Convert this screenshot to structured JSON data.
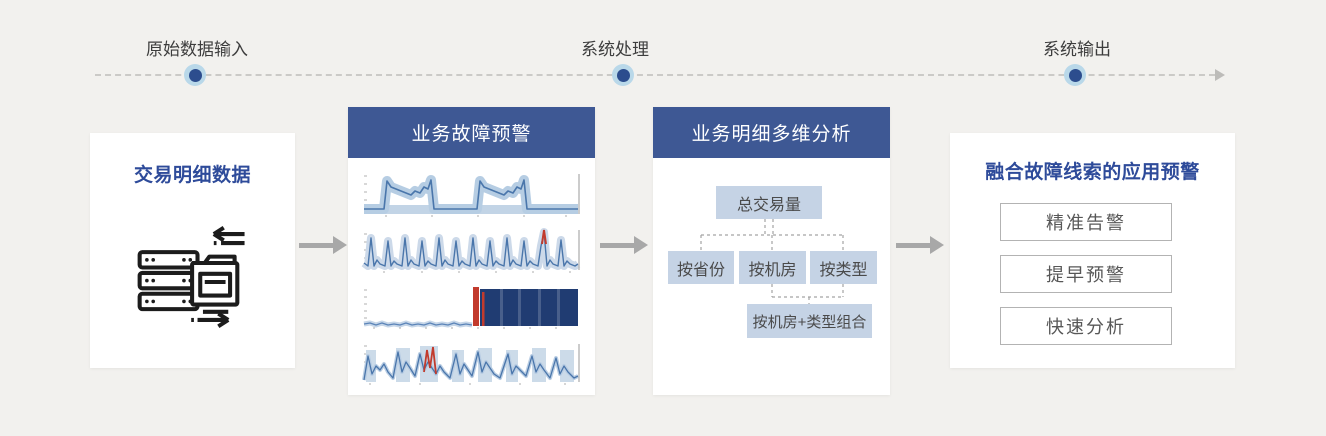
{
  "timeline": {
    "stages": [
      {
        "label": "原始数据输入"
      },
      {
        "label": "系统处理"
      },
      {
        "label": "系统输出"
      }
    ]
  },
  "input_card": {
    "title": "交易明细数据",
    "icon": "server-data-exchange-icon"
  },
  "fault_panel": {
    "title": "业务故障预警",
    "charts": [
      "daily-cycle-band-line-chart",
      "periodic-spike-line-chart-with-red-anomaly",
      "flat-then-navy-block-chart-with-red-bar",
      "wavy-band-line-chart-with-red-spike"
    ]
  },
  "multidim_panel": {
    "title": "业务明细多维分析",
    "root": "总交易量",
    "dims": [
      "按省份",
      "按机房",
      "按类型"
    ],
    "combo": "按机房+类型组合"
  },
  "output_card": {
    "title": "融合故障线索的应用预警",
    "items": [
      "精准告警",
      "提早预警",
      "快速分析"
    ]
  },
  "colors": {
    "background": "#f2f1ee",
    "header_blue": "#3e5894",
    "title_blue": "#2e4b9a",
    "node_fill": "#c5d3e5",
    "dot_inner": "#2c4d8e",
    "dot_halo": "#b9d8e9",
    "arrow_gray": "#a8a8a8",
    "chart_line_blue": "#4a76ab",
    "chart_band_blue": "#c2d4e6",
    "block_navy": "#203c72",
    "alert_red": "#c23b2d"
  }
}
